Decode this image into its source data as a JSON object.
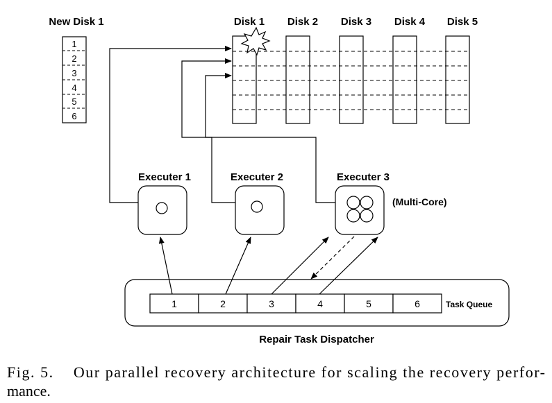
{
  "diagram": {
    "new_disk_label": "New Disk 1",
    "new_disk_slots": [
      "1",
      "2",
      "3",
      "4",
      "5",
      "6"
    ],
    "disks": [
      "Disk 1",
      "Disk 2",
      "Disk 3",
      "Disk 4",
      "Disk 5"
    ],
    "executers": [
      "Executer 1",
      "Executer 2",
      "Executer 3"
    ],
    "multi_core_label": "(Multi-Core)",
    "task_queue": [
      "1",
      "2",
      "3",
      "4",
      "5",
      "6"
    ],
    "task_queue_label": "Task Queue",
    "dispatcher_label": "Repair Task Dispatcher"
  },
  "caption": {
    "line1": "Fig. 5.    Our parallel recovery architecture for scaling the recovery perfor-",
    "line2": "mance."
  }
}
